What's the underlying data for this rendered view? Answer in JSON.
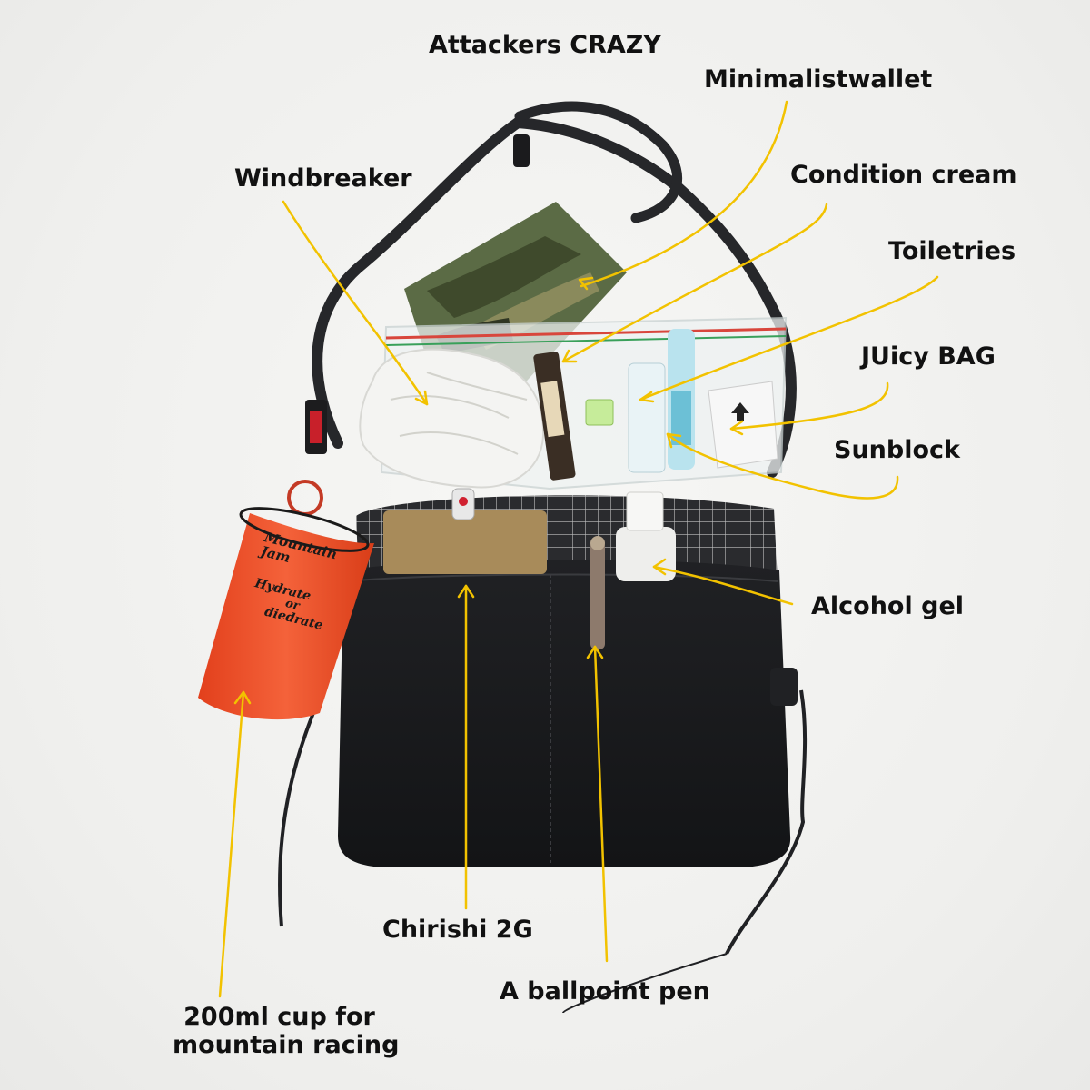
{
  "title": "Attackers CRAZY",
  "labels": {
    "minimalist_wallet": "Minimalistwallet",
    "windbreaker": "Windbreaker",
    "condition_cream": "Condition cream",
    "toiletries": "Toiletries",
    "juicy_bag": "JUicy BAG",
    "sunblock": "Sunblock",
    "alcohol_gel": "Alcohol gel",
    "chirishi": "Chirishi 2G",
    "ballpoint_pen": "A ballpoint pen",
    "cup_line1": "200ml cup for",
    "cup_line2": "mountain racing"
  },
  "cup_print": {
    "brand": "Mountain Jam",
    "slogan_1": "Hydrate",
    "slogan_2": "or",
    "slogan_3": "diedrate"
  },
  "colors": {
    "background": "#f2f2f0",
    "annotation_line": "#f2c200",
    "bag": "#1a1b1d",
    "cup": "#f0502a",
    "camo": "#5b6b45",
    "label_text": "#111111"
  }
}
